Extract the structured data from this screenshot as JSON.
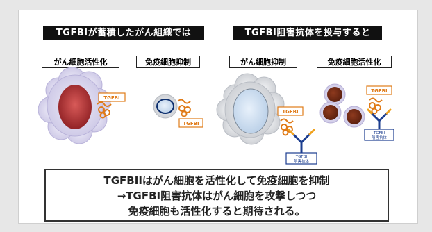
{
  "headers": {
    "left": "TGFBIが蓄積したがん組織では",
    "right": "TGFBI阻害抗体を投与すると"
  },
  "labels": {
    "cancer_active": "がん細胞活性化",
    "immune_suppressed": "免疫細胞抑制",
    "cancer_suppressed": "がん細胞抑制",
    "immune_active": "免疫細胞活性化"
  },
  "tags": {
    "tgfbi": "TGFBI",
    "antibody": "TGFBI\n阻害抗体"
  },
  "summary": {
    "line1": "TGFBIIはがん細胞を活性化して免疫細胞を抑制",
    "line2": "→TGFBI阻害抗体はがん細胞を攻撃しつつ",
    "line3": "免疫細胞も活性化すると期待される。"
  }
}
